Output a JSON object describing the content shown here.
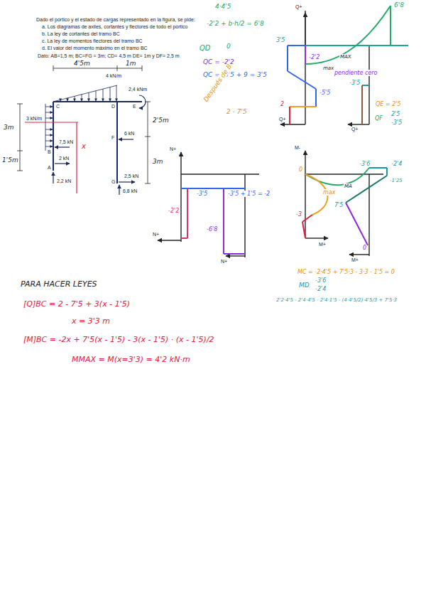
{
  "diagram": {
    "labels": [
      "Dado el pórtico y el estado de cargas representado en la figura, se pide:",
      "a.  Los diagramas de axiles, cortantes y flectores de todo el pórtico",
      "b.  La ley de cortantes del tramo BC",
      "c.  La ley de momentos flectores del tramo BC",
      "d.  El valor del momento máximo en el tramo BC",
      "Dato: AB=1,5 m; BC=FG = 3m; CD= 4,5 m DE= 1m y DF= 2,5 m",
      "4'5m",
      "1m",
      "4 kN/m",
      "2,4 kNm",
      "C",
      "D",
      "E",
      "3 kN/m",
      "B",
      "A",
      "7,5 kN",
      "x",
      "2 kN",
      "2,2 kN",
      "F",
      "6 kN",
      "G",
      "2,5 kN",
      "6,8 kN",
      "3m",
      "1'5m",
      "2'5m",
      "3m",
      "4·4'5",
      "-2'2 + b·h/2 = 6'8",
      "QD",
      "0",
      "QC = -2'2",
      "QC = -5'5 + 9 = 3'5",
      "Después de B",
      "2 - 7'5",
      "Q+",
      "3'5",
      "-2'2",
      "MAX",
      "max",
      "pendiente cero",
      "-5'5",
      "2",
      "Q+",
      "6'8",
      "-3'5",
      "Q+",
      "QE = 2'5",
      "QF",
      "2'5",
      "-3'5",
      "N+",
      "N+",
      "N+",
      "-3'5",
      "-3'5 + 1'5 = -2",
      "-2'2",
      "-6'8",
      "M-",
      "M+",
      "M+",
      "0",
      "max",
      "-3",
      "MA",
      "-3'6",
      "-2'4",
      "-1'25",
      "7'5",
      "0",
      "MC = -2·4'5 + 7'5·3 - 3·3 - 1'5 = 0",
      "MD",
      "-3'6",
      "-2'4",
      "2'2·4'5 - 2'4·4'5 - 2'4·1'5 - (4·4'5/2)·4'5/3 + 7'5·3",
      "PARA HACER LEYES",
      "[Q]BC = 2 - 7'5 + 3(x - 1'5)",
      "x = 3'3 m",
      "[M]BC = -2x + 7'5(x - 1'5) - 3(x - 1'5) · (x - 1'5)/2",
      "MMAX = M(x=3'3) = 4'2 kN·m"
    ]
  }
}
